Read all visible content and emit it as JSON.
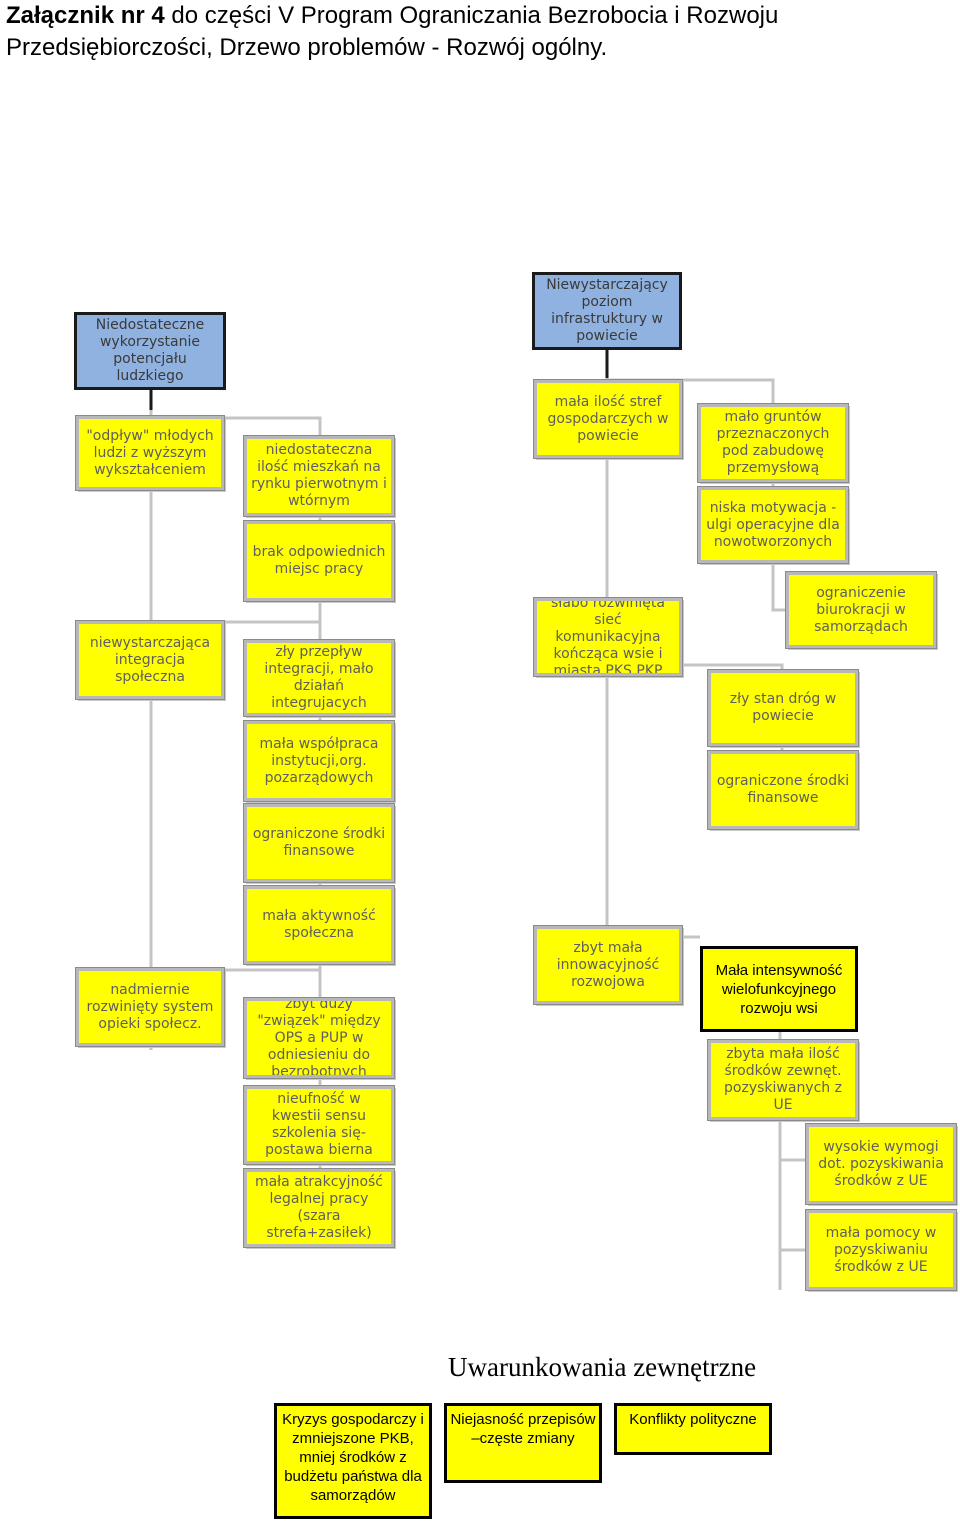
{
  "header": {
    "title_bold": "Załącznik nr 4",
    "title_line1": " do części V Program Ograniczania Bezrobocia i Rozwoju",
    "title_line2": "Przedsiębiorczości, Drzewo problemów - Rozwój ogólny."
  },
  "tree": {
    "left": {
      "root": "Niedostateczne wykorzystanie potencjału ludzkiego",
      "n1": "\"odpływ\" młodych ludzi z wyższym wykształceniem",
      "n2": "niedostateczna ilość mieszkań na rynku pierwotnym i wtórnym",
      "n3": "brak odpowiednich miejsc pracy",
      "n4": "niewystarczająca integracja społeczna",
      "n5": "zły przepływ integracji, mało działań integrujacych",
      "n6": "mała współpraca instytucji,org. pozarządowych",
      "n7": "ograniczone środki finansowe",
      "n8": "mała aktywność społeczna",
      "n9": "nadmiernie rozwinięty system opieki społecz.",
      "n10": "zbyt duży \"związek\" między OPS a PUP w odniesieniu do bezrobotnych",
      "n11": "nieufność w kwestii sensu szkolenia się-postawa bierna",
      "n12": "mała atrakcyjność legalnej pracy (szara strefa+zasiłek)"
    },
    "right": {
      "root": "Niewystarczający poziom infrastruktury w powiecie",
      "n1": "mała ilość stref gospodarczych w powiecie",
      "n2": "mało gruntów przeznaczonych pod zabudowę przemysłową",
      "n3": "niska motywacja -ulgi operacyjne dla nowotworzonych",
      "n4": "ograniczenie biurokracji w samorządach",
      "n5": "słabo rozwinięta sieć komunikacyjna kończąca wsie i miasta PKS,PKP",
      "n6": "zły stan dróg w powiecie",
      "n7": "ograniczone środki finansowe",
      "n8": "zbyt mała innowacyjność rozwojowa",
      "main": "Mała intensywność wielofunkcyjnego rozwoju wsi",
      "n9": "zbyta mała ilość środków zewnęt. pozyskiwanych z UE",
      "n10": "wysokie wymogi dot. pozyskiwania środków z UE",
      "n11": "mała pomocy w pozyskiwaniu środków z UE"
    }
  },
  "external": {
    "title": "Uwarunkowania zewnętrzne",
    "items": [
      "Kryzys gospodarczy i zmniejszone PKB, mniej środków z budżetu państwa dla samorządów",
      "Niejasność przepisów –częste zmiany",
      "Konflikty polityczne"
    ]
  }
}
